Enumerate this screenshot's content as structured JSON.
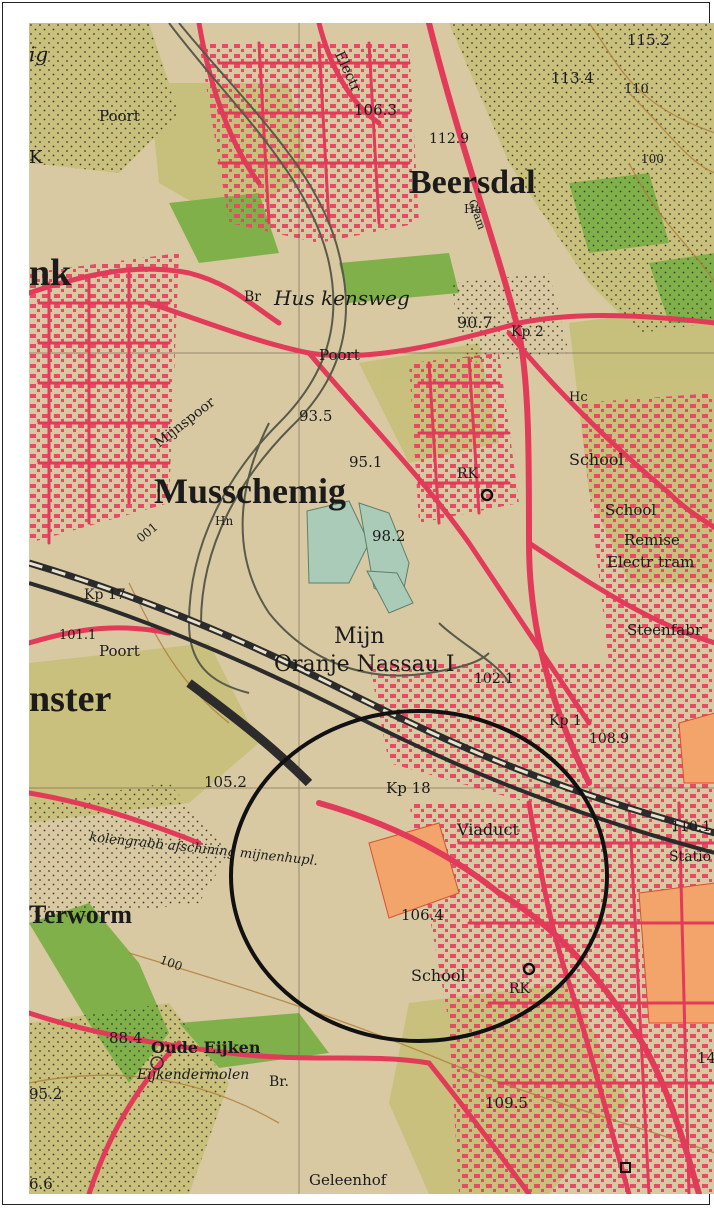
{
  "map": {
    "colors": {
      "paper": "#d8c9a3",
      "meadow": "#c7c07a",
      "forest": "#7fb04a",
      "road": "#e23b5a",
      "building": "#e84a66",
      "water": "#a9cbb8",
      "rail": "#2b2b2b",
      "annotation_circle": "#111111"
    },
    "labels": {
      "place_beersdal": "Beersdal",
      "place_musschemig": "Musschemig",
      "mine_line1": "Mijn",
      "mine_line2": "Oranje Nassau I",
      "place_nk": "nk",
      "place_nster": "nster",
      "place_terworm": "Terworm",
      "place_oude_eijken": "Oude Eijken",
      "place_eijkendermolen": "Eijkendermolen",
      "place_geleenhof": "Geleenhof",
      "road_huskensweg": "Hus kensweg",
      "school_1": "School",
      "school_2": "School",
      "school_3": "School",
      "remise": "Remise",
      "electr_tram": "Electr tram",
      "steenfabr": "Steenfabr",
      "electr_top": "Electr",
      "viaduct": "Viaduct",
      "station": "Statio",
      "mijnspoor": "Mijnspoor",
      "poort_1": "Poort",
      "poort_2": "Poort",
      "poort_3": "Poort",
      "rk_1": "RK",
      "rk_2": "RK",
      "kp_2": "Kp 2",
      "kp_17": "Kp 17",
      "kp_18": "Kp 18",
      "kp_1": "Kp 1",
      "br_1": "Br",
      "br_2": "Br.",
      "ha": "Ha",
      "hn": "Hn",
      "hc": "Hc",
      "k_left": "K",
      "ig": "ig",
      "gram": "Gram",
      "handwritten_note": "kolengrabb afschining mijnenhupl.",
      "contour_110": "110",
      "contour_100_right": "100",
      "contour_100_left": "100",
      "contour_001": "001"
    },
    "elevations": {
      "e115_2": "115.2",
      "e113_4": "113.4",
      "e112_9": "112.9",
      "e106_3": "106.3",
      "e90_7": "90.7",
      "e93_5": "93.5",
      "e95_1": "95.1",
      "e98_2": "98.2",
      "e101_1": "101.1",
      "e102_1": "102.1",
      "e108_9": "108.9",
      "e105_2": "105.2",
      "e106_4": "106.4",
      "e110_1": "110.1",
      "e88_4": "88.4",
      "e95_2": "95.2",
      "e109_5": "109.5",
      "e6_6": "6.6",
      "e14": "14"
    }
  }
}
